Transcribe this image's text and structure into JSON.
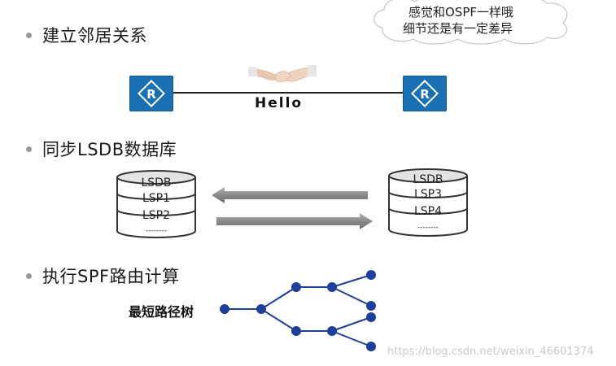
{
  "cloud": {
    "line1": "感觉和OSPF一样哦",
    "line2": "细节还是有一定差异"
  },
  "steps": [
    {
      "label": "建立邻居关系"
    },
    {
      "label": "同步LSDB数据库"
    },
    {
      "label": "执行SPF路由计算"
    }
  ],
  "neighbor": {
    "link_label": "Hello"
  },
  "lsdb_left": {
    "title": "LSDB",
    "entries": [
      "LSP1",
      "LSP2"
    ],
    "more": "--------"
  },
  "lsdb_right": {
    "title": "LSDB",
    "entries": [
      "LSP3",
      "LSP4"
    ],
    "more": "--------"
  },
  "spf": {
    "tree_label": "最短路径树"
  },
  "watermark": "https://blog.csdn.net/weixin_46601374",
  "colors": {
    "router": "#1b6fb3",
    "tree_node": "#1e3f9a",
    "arrow": "#8a8a8a"
  }
}
